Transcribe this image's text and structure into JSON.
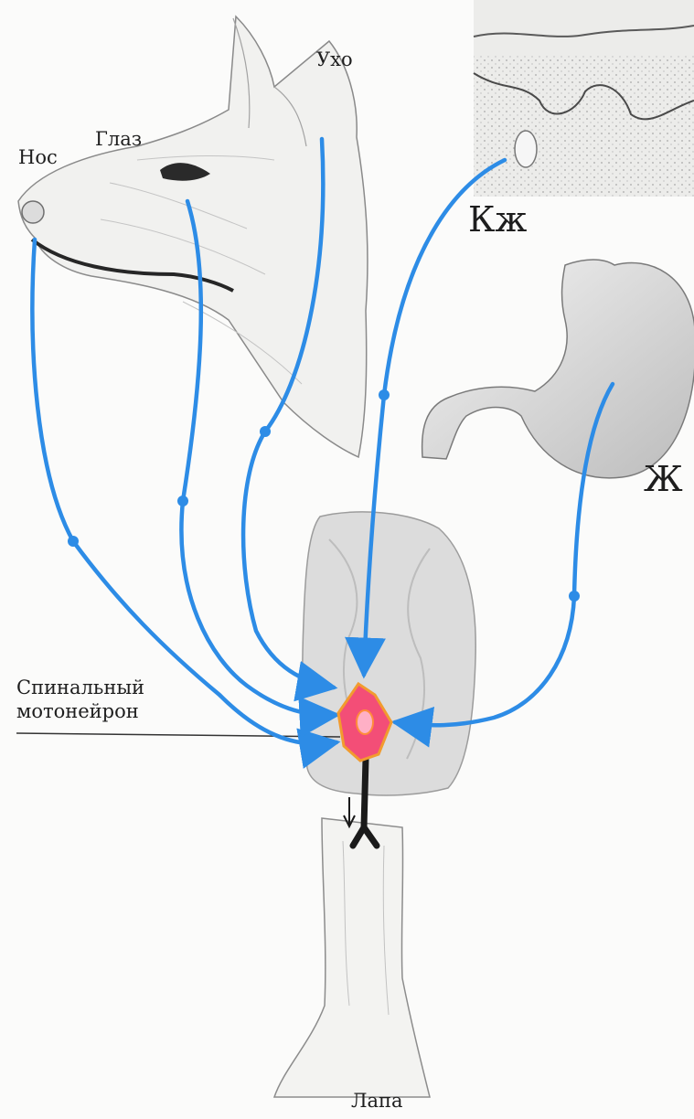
{
  "labels": {
    "nose": "Нос",
    "eye": "Глаз",
    "ear": "Ухо",
    "skin": "Кж",
    "stomach": "Ж",
    "neuron_line1": "Спинальный",
    "neuron_line2": "мотонейрон",
    "paw": "Лапа"
  },
  "colors": {
    "pathway": "#2d8ce6",
    "neuron_body": "#f34e77",
    "neuron_border": "#f29b2e",
    "axon": "#1a1a1a",
    "text": "#1e1e1e"
  },
  "icons": [
    "dog-head-icon",
    "skin-section-icon",
    "stomach-icon",
    "spinal-cord-icon",
    "dog-leg-icon",
    "motoneuron-icon"
  ]
}
